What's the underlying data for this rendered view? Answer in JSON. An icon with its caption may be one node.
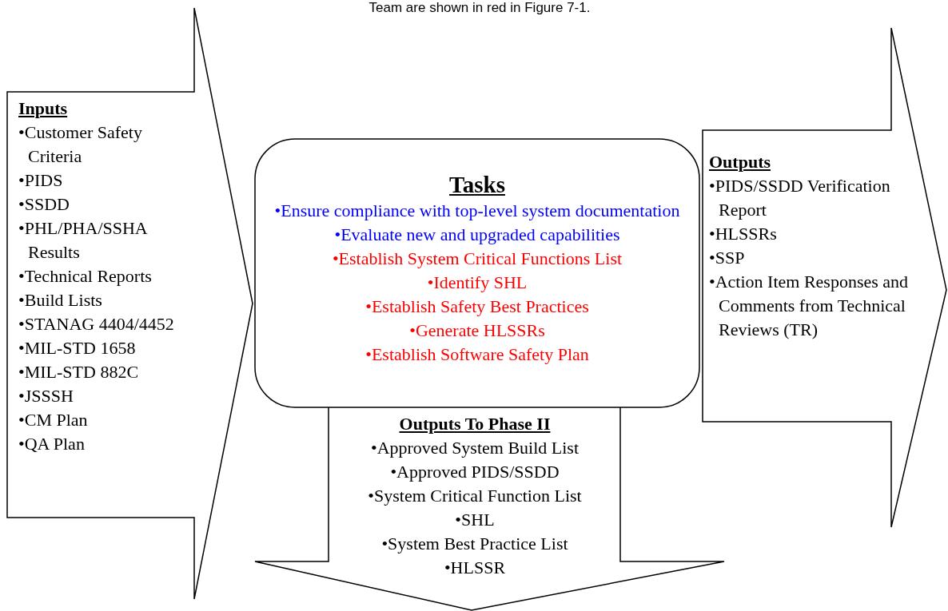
{
  "diagram": {
    "nodes": [
      {
        "text": [
          "Inputs",
          "•Customer Safety Criteria",
          "•PIDS",
          "•SSDD",
          "•PHL/PHA/SSHA Results",
          "•Technical Reports",
          "•Build Lists",
          "•STANAG 4404/4452",
          "•MIL-STD 1658",
          "•MIL-STD 882C",
          "•JSSSH",
          "•CM Plan",
          "•QA Plan"
        ]
      },
      {
        "text": [
          "Tasks",
          "•Ensure compliance with top-level system documentation",
          "•Evaluate new and upgraded capabilities",
          "•Establish System Critical Functions List",
          "•Identify SHL",
          "•Establish Safety Best Practices",
          "•Generate HLSSRs",
          "•Establish Software Safety Plan"
        ]
      },
      {
        "text": [
          "Outputs",
          "•PIDS/SSDD Verification Report",
          "•HLSSRs",
          "•SSP",
          "•Action Item Responses and Comments from Technical Reviews (TR)"
        ]
      },
      {
        "text": [
          "Outputs To Phase II",
          "•Approved System Build List",
          "•Approved PIDS/SSDD",
          "•System Critical Function List",
          "•SHL",
          "•System Best Practice List",
          "•HLSSR"
        ]
      }
    ],
    "edges": [],
    "labels": [
      "Team are shown in red in Figure 7-1."
    ]
  }
}
